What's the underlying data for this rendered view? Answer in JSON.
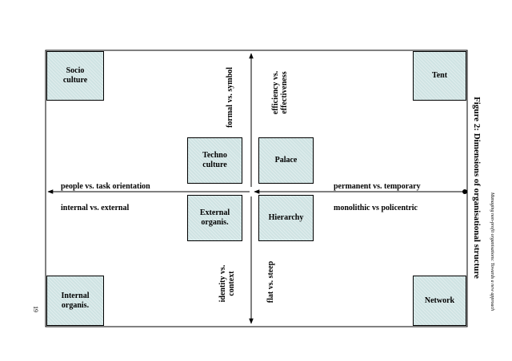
{
  "diagram": {
    "corner_boxes": {
      "top_left": "Socio\nculture",
      "top_right": "Tent",
      "bottom_left": "Internal\norganis.",
      "bottom_right": "Network"
    },
    "center_boxes": {
      "upper_left": "Techno\nculture",
      "upper_right": "Palace",
      "lower_left": "External\norganis.",
      "lower_right": "Hierarchy"
    },
    "axis_labels": {
      "left_above": "people  vs.  task orientation",
      "left_below": "internal vs. external",
      "right_above": "permanent vs. temporary",
      "right_below": "monolithic vs policentric",
      "top_left": "formal vs. symbol",
      "top_right": "efficiency vs.\neffectiveness",
      "bottom_left": "identity vs.\ncontext",
      "bottom_right": "flat vs. steep"
    }
  },
  "caption": "Figure 2: Dimensions of organisational structure",
  "running_header": "Managing non-profit organisations: Towards a new approach",
  "page_number": "19"
}
